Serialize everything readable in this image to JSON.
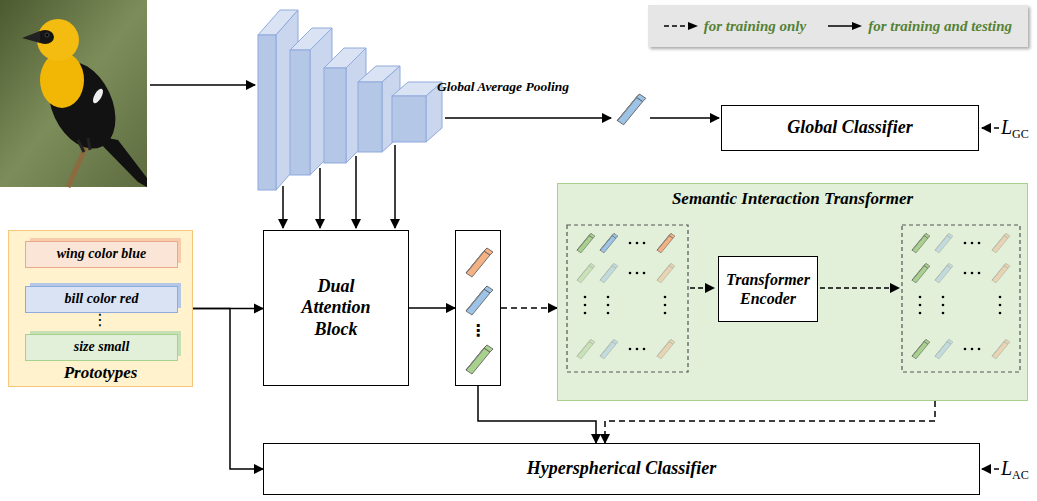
{
  "diagram": {
    "nodes": [
      {
        "text": [
          "Global Classifier"
        ]
      },
      {
        "text": [
          "Prototypes"
        ]
      },
      {
        "text": [
          "wing color blue"
        ],
        "in": 1
      },
      {
        "text": [
          "bill color red"
        ],
        "in": 1
      },
      {
        "text": [
          "size small"
        ],
        "in": 1
      },
      {
        "text": [
          "Dual Attention Block"
        ]
      },
      {
        "text": [
          "⋮"
        ]
      },
      {
        "text": [
          "Semantic Interaction Transformer"
        ]
      },
      {
        "text": [
          "Transformer Encoder"
        ],
        "in": 7
      },
      {
        "text": [
          "Hyperspherical Classifier"
        ]
      }
    ],
    "edges": [
      {
        "from": 1,
        "to": 5,
        "arrow": "to"
      },
      {
        "from": 1,
        "to": 9,
        "arrow": "to"
      },
      {
        "from": 5,
        "to": 6,
        "arrow": "to"
      },
      {
        "from": 6,
        "to": 7,
        "arrow": "to"
      },
      {
        "from": 6,
        "to": 9,
        "arrow": "to"
      },
      {
        "from": 7,
        "to": 9,
        "arrow": "to"
      }
    ],
    "labels": [
      "Global Average Pooling",
      "⋮",
      "L",
      "GC",
      "L",
      "AC"
    ],
    "legend": [
      {
        "text": "for training only"
      },
      {
        "text": "for training and testing"
      }
    ]
  }
}
